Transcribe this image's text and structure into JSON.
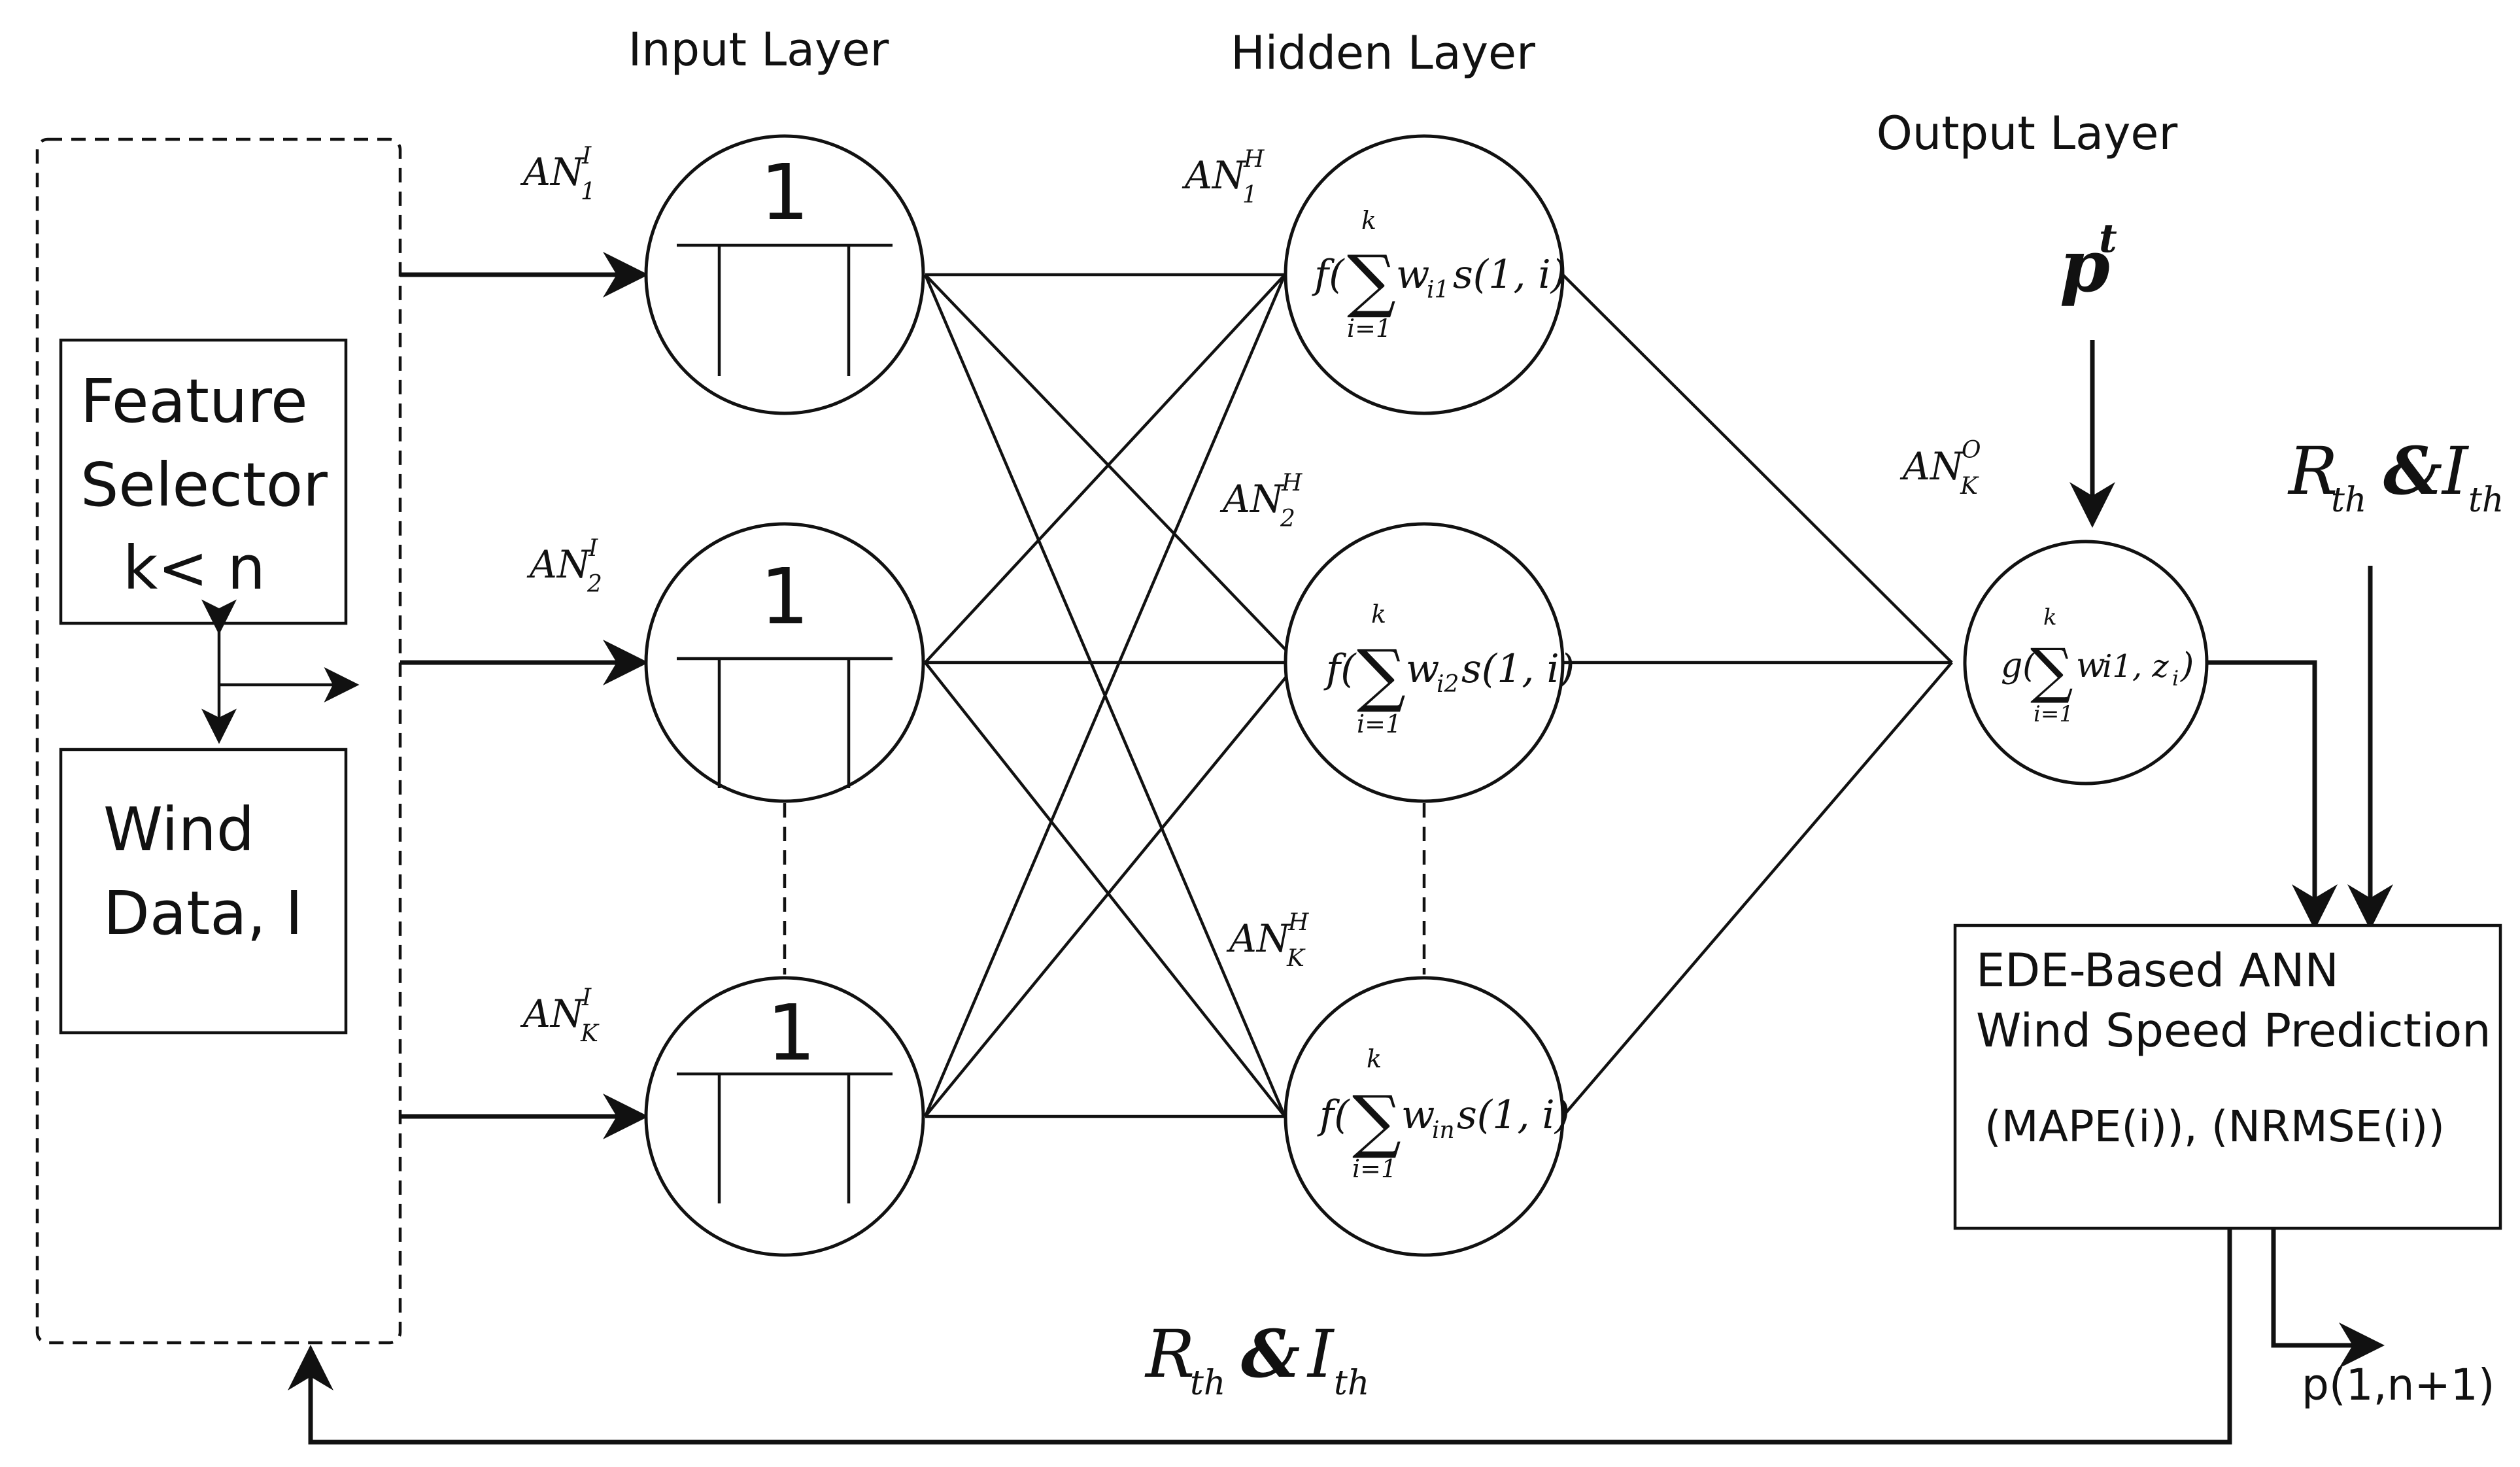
{
  "layers": {
    "input": "Input Layer",
    "hidden": "Hidden Layer",
    "output": "Output Layer"
  },
  "input_nodes": [
    {
      "sub": "1",
      "number": "1"
    },
    {
      "sub": "2",
      "number": "1"
    },
    {
      "sub": "K",
      "number": "1"
    }
  ],
  "hidden_nodes": [
    {
      "sub": "1",
      "weight_sub": "i1"
    },
    {
      "sub": "2",
      "weight_sub": "i2"
    },
    {
      "sub": "K",
      "weight_sub": "in"
    }
  ],
  "labels": {
    "AN": "AN",
    "input_sup": "I",
    "hidden_sup_1": "H",
    "hidden_sup": "H",
    "output_sup": "O",
    "output_sub": "K",
    "sum_upper": "k",
    "sum_lower": "i=1",
    "f": "f(",
    "g": "g(",
    "w": "w",
    "s_tail": "s(1, i)",
    "g_tail": "i1, z",
    "g_sub": "i",
    "g_close": ")",
    "p": "p",
    "p_sup": "t",
    "R": "R",
    "I": "I",
    "th": "th",
    "amp": "&"
  },
  "feature_selector": [
    "Feature",
    "Selector",
    "k< n"
  ],
  "wind_data": [
    "Wind",
    "Data, I"
  ],
  "prediction_box": {
    "line1": "EDE-Based ANN",
    "line2": "Wind Speed Prediction",
    "line3": "(MAPE(i)), (NRMSE(i))"
  },
  "output_label": "p(1,n+1)"
}
